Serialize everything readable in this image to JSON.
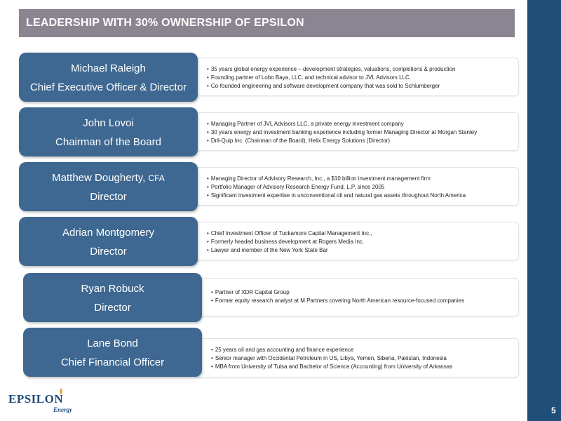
{
  "title": "LEADERSHIP WITH 30% OWNERSHIP OF EPSILON",
  "page_number": "5",
  "logo": {
    "word": "EPSILON",
    "sub": "Energy"
  },
  "people": [
    {
      "name": "Michael Raleigh",
      "role": "Chief Executive Officer & Director",
      "bullets": [
        "35 years global energy experience – development strategies, valuations, completions & production",
        "Founding partner of Lobo Baya, LLC. and technical advisor to JVL Advisors LLC.",
        "Co-founded engineering and software development company that was sold to Schlumberger"
      ]
    },
    {
      "name": "John Lovoi",
      "role": "Chairman of the Board",
      "bullets": [
        "Managing Partner of JVL Advisors LLC, a private energy investment company",
        "30 years energy and investment banking experience including former Managing Director at Morgan Stanley",
        "Dril-Quip Inc. (Chairman of the Board), Helix Energy Solutions (Director)"
      ]
    },
    {
      "name": "Matthew Dougherty,",
      "credential": "CFA",
      "role": "Director",
      "bullets": [
        "Managing Director of Advisory Research, Inc., a $10 billion investment management firm",
        "Portfolio Manager of Advisory Research Energy Fund, L.P. since 2005",
        "Significant investment expertise in unconventional oil and natural gas assets throughout North America"
      ]
    },
    {
      "name": "Adrian Montgomery",
      "role": "Director",
      "bullets": [
        "Chief Investment Officer of Tuckamore Capital Management Inc.,",
        "Formerly headed business development at Rogers Media Inc.",
        "Lawyer and member of the New York State Bar"
      ]
    },
    {
      "name": "Ryan Robuck",
      "role": "Director",
      "bullets": [
        "Partner of XDR Capital Group",
        "Former equity research analyst at M Partners covering North American resource-focused companies"
      ]
    },
    {
      "name": "Lane Bond",
      "role": "Chief Financial Officer",
      "bullets": [
        "25 years oil and gas accounting and finance experience",
        "Senior manager with Occidental Petroleum in US, Libya, Yemen, Siberia, Pakistan, Indonesia",
        "MBA from University of Tulsa and Bachelor of Science (Accounting) from University of Arkansas"
      ]
    }
  ]
}
